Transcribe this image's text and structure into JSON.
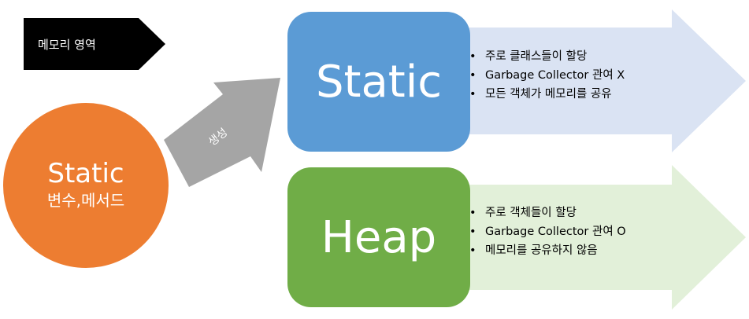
{
  "banner": {
    "label": "메모리 영역"
  },
  "source": {
    "title": "Static",
    "subtitle": "변수,메서드"
  },
  "arrow": {
    "label": "생성"
  },
  "static_area": {
    "title": "Static",
    "bullets": [
      "주로 클래스들이 할당",
      "Garbage Collector 관여 X",
      "모든 객체가 메모리를 공유"
    ]
  },
  "heap_area": {
    "title": "Heap",
    "bullets": [
      "주로 객체들이 할당",
      "Garbage Collector 관여 O",
      "메모리를 공유하지 않음"
    ]
  },
  "colors": {
    "banner": "#000000",
    "circle": "#ed7d31",
    "gen_arrow": "#a5a5a5",
    "static_box": "#5b9bd5",
    "static_arrow": "#dae3f3",
    "heap_box": "#70ad47",
    "heap_arrow": "#e2f0d9"
  }
}
